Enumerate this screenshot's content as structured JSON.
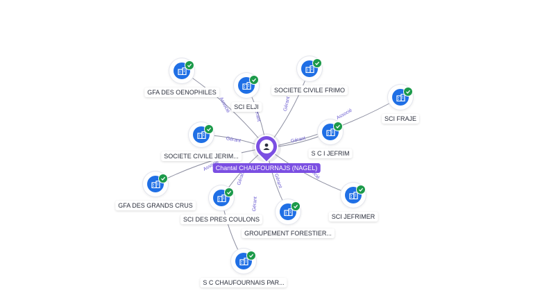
{
  "center": {
    "name": "Chantal CHAUFOURNAJS (NAGEL)",
    "icon": "person-icon",
    "color": "#7b4fe2"
  },
  "nodes": [
    {
      "id": "gfa-oenophiles",
      "label": "GFA DES OENOPHILES",
      "icon": "company-icon"
    },
    {
      "id": "sci-elji",
      "label": "SCI ELJI",
      "icon": "company-icon"
    },
    {
      "id": "societe-civile-frimo",
      "label": "SOCIETE CIVILE FRIMO",
      "icon": "company-icon"
    },
    {
      "id": "sci-fraje",
      "label": "SCI FRAJE",
      "icon": "company-icon"
    },
    {
      "id": "societe-civile-jerim",
      "label": "SOCIETE CIVILE JERIM...",
      "icon": "company-icon"
    },
    {
      "id": "sci-jefrim",
      "label": "S C I JEFRIM",
      "icon": "company-icon"
    },
    {
      "id": "gfa-grands-crus",
      "label": "GFA DES GRANDS CRUS",
      "icon": "company-icon"
    },
    {
      "id": "sci-pres-coulons",
      "label": "SCI DES PRES COULONS",
      "icon": "company-icon"
    },
    {
      "id": "groupement-forestier",
      "label": "GROUPEMENT FORESTIER...",
      "icon": "company-icon"
    },
    {
      "id": "sci-jefrimer",
      "label": "SCI JEFRIMER",
      "icon": "company-icon"
    },
    {
      "id": "sc-chaufournais",
      "label": "S C CHAUFOURNAIS PAR...",
      "icon": "company-icon"
    }
  ],
  "edges": [
    {
      "from": "center",
      "to": "gfa-oenophiles",
      "label": "Associé"
    },
    {
      "from": "center",
      "to": "sci-elji",
      "label": "Gérant"
    },
    {
      "from": "center",
      "to": "societe-civile-frimo",
      "label": "Gérant"
    },
    {
      "from": "center",
      "to": "sci-fraje",
      "label": "Associé"
    },
    {
      "from": "center",
      "to": "societe-civile-jerim",
      "label": "Gérant"
    },
    {
      "from": "center",
      "to": "sci-jefrim",
      "label": "Gérant"
    },
    {
      "from": "center",
      "to": "gfa-grands-crus",
      "label": "Associé"
    },
    {
      "from": "center",
      "to": "sci-pres-coulons",
      "label": "Gérant"
    },
    {
      "from": "center",
      "to": "groupement-forestier",
      "label": "Gérant"
    },
    {
      "from": "center",
      "to": "sci-jefrimer",
      "label": "Associé"
    },
    {
      "from": "sci-pres-coulons",
      "to": "sc-chaufournais",
      "label": "Gérant"
    }
  ],
  "colors": {
    "edge": "#8d8fa1",
    "edge_label": "#6a5bd0",
    "node": "#1f6fe5",
    "check": "#1c9a4a"
  }
}
